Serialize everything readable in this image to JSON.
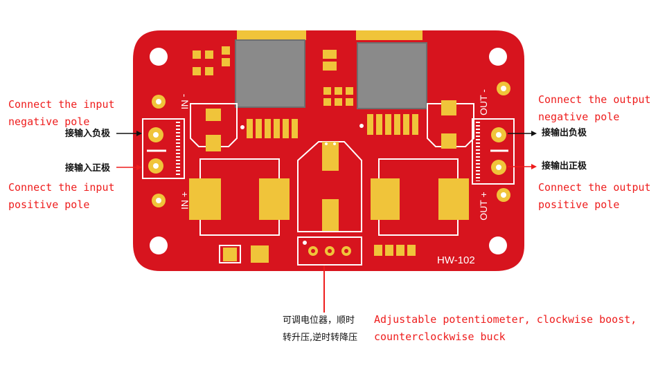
{
  "board": {
    "model": "HW-102",
    "silk_in_neg": "- NI",
    "silk_in_pos": "+ NI",
    "silk_out_neg": "OUT -",
    "silk_out_pos": "OUT +",
    "colors": {
      "pcb": "#d7141e",
      "pad": "#f0c43a",
      "silk": "#ffffff",
      "inductor": "#8a8a8a"
    }
  },
  "annotations": {
    "input_neg_en_1": "Connect the input",
    "input_neg_en_2": "negative pole",
    "input_neg_zh": "接输入负极",
    "input_pos_zh": "接输入正极",
    "input_pos_en_1": "Connect the input",
    "input_pos_en_2": "positive pole",
    "output_neg_en_1": "Connect the output",
    "output_neg_en_2": "negative pole",
    "output_neg_zh": "接输出负极",
    "output_pos_zh": "接输出正极",
    "output_pos_en_1": "Connect the output",
    "output_pos_en_2": "positive pole",
    "pot_zh_1": "可调电位器，顺时",
    "pot_zh_2": "转升压,逆时转降压",
    "pot_en_1": "Adjustable potentiometer, clockwise boost,",
    "pot_en_2": "counterclockwise buck"
  }
}
